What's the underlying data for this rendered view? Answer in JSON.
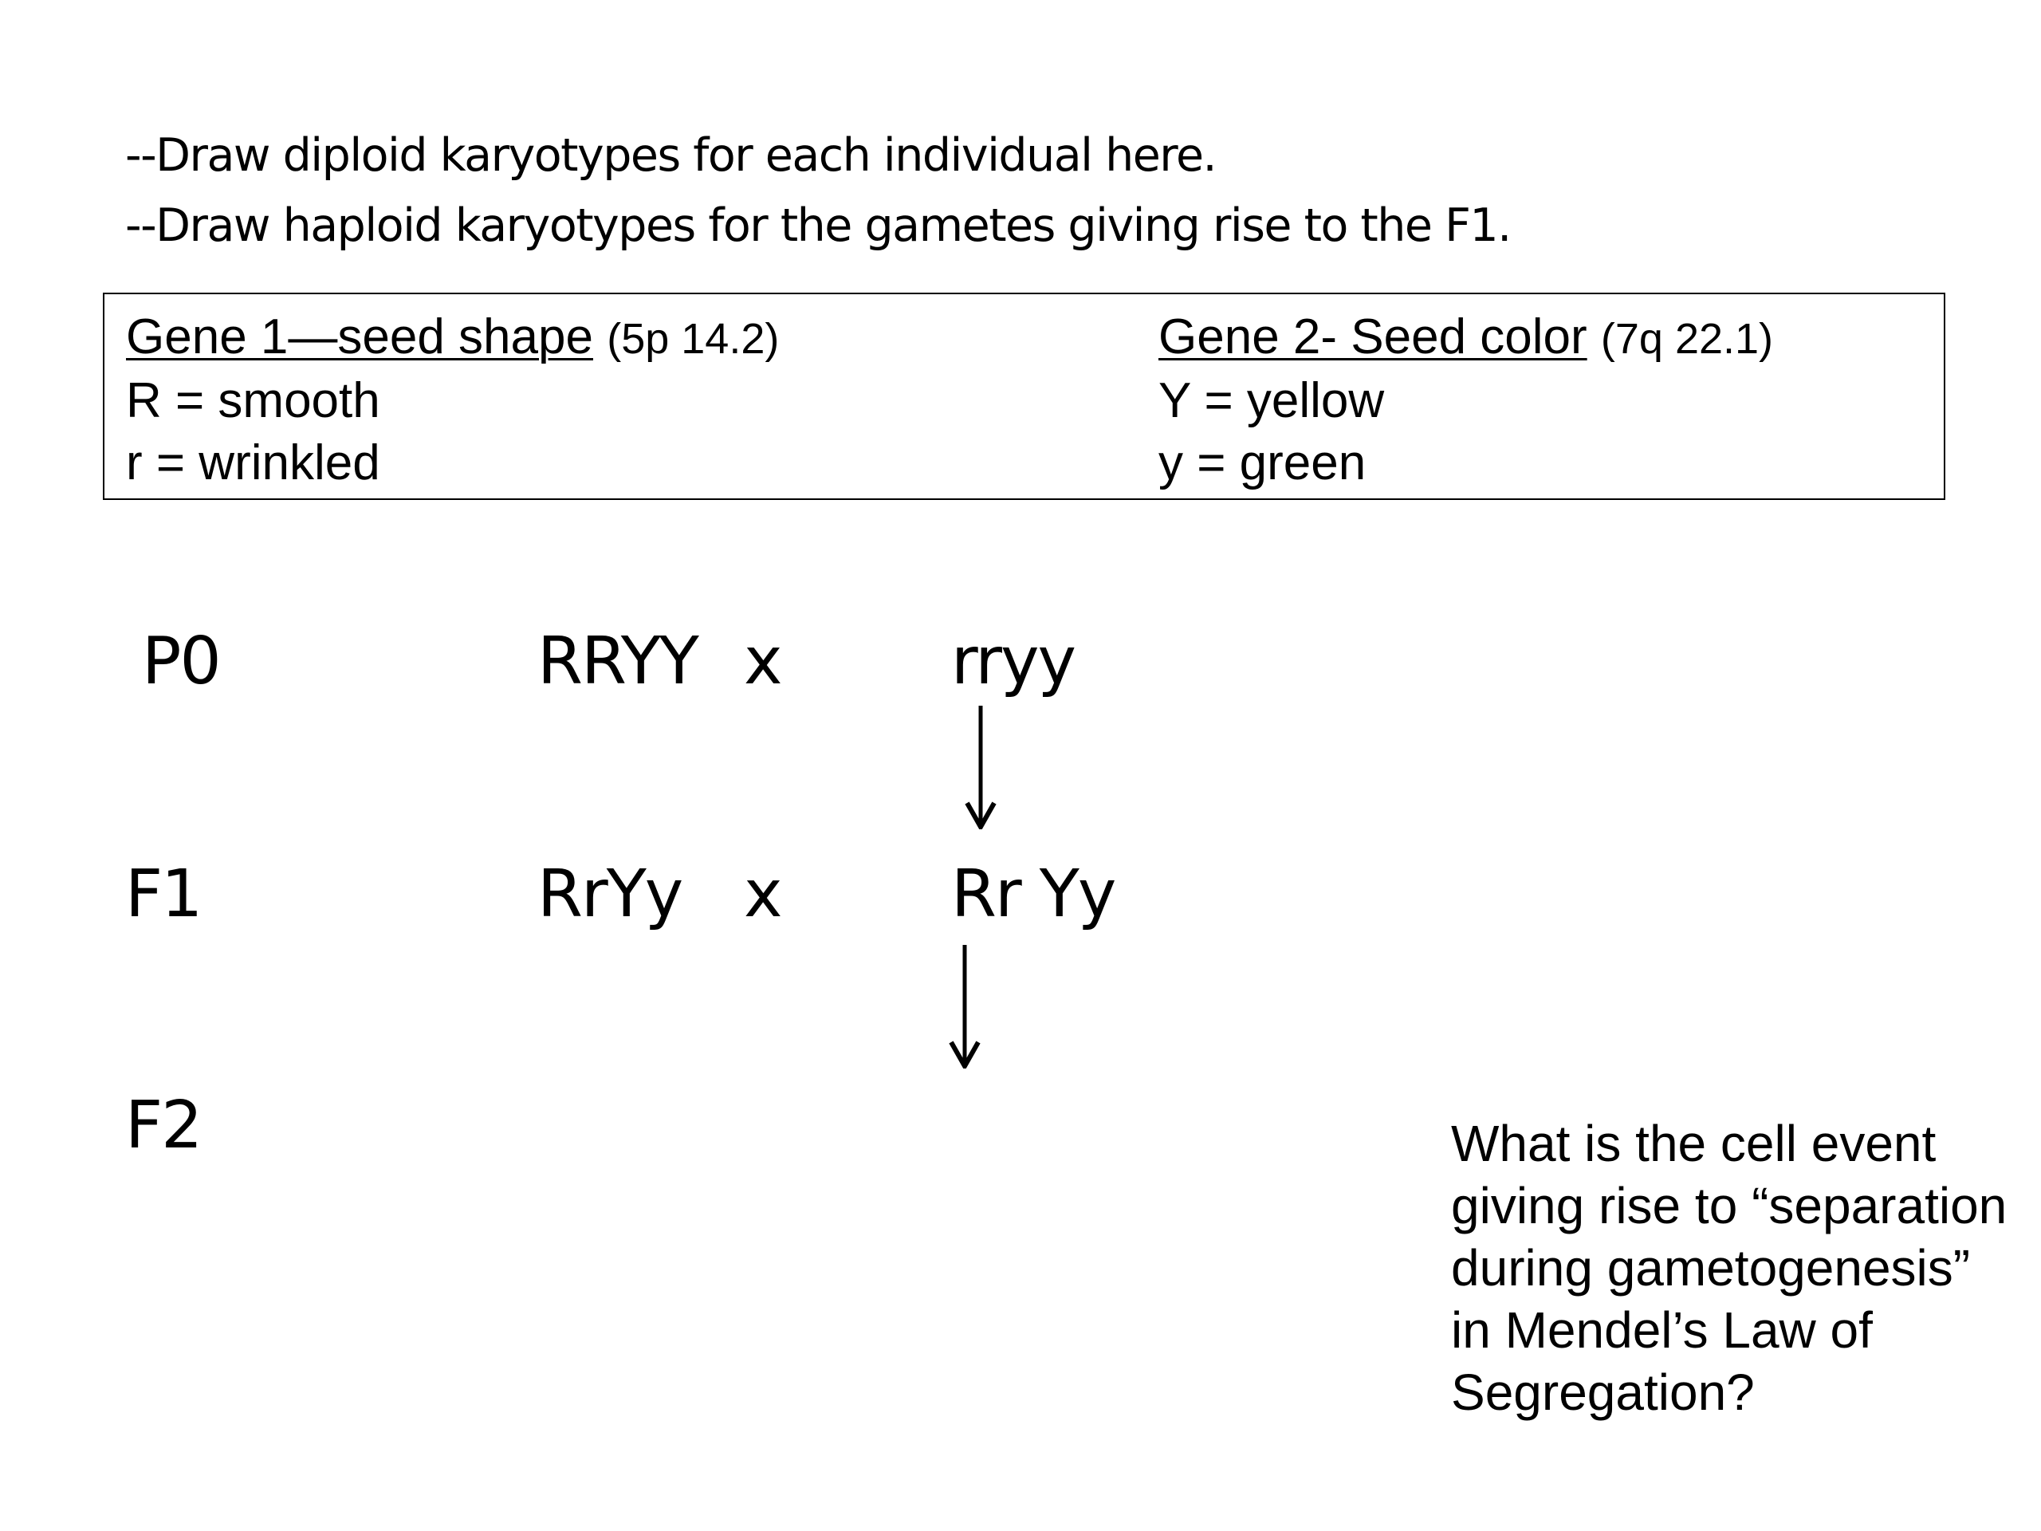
{
  "instructions": {
    "line1": "--Draw diploid karyotypes for each individual here.",
    "line2": "--Draw haploid karyotypes for the gametes giving rise to the F1."
  },
  "gene1": {
    "title": "Gene 1—seed shape",
    "location": "(5p 14.2)",
    "allele_dominant": "R = smooth",
    "allele_recessive": "r = wrinkled"
  },
  "gene2": {
    "title": "Gene 2- Seed color",
    "location": "(7q 22.1)",
    "allele_dominant": "Y = yellow",
    "allele_recessive": "y = green"
  },
  "cross": {
    "p0": {
      "label": "P0",
      "left": "RRYY",
      "symbol": "x",
      "right": "rryy"
    },
    "f1": {
      "label": "F1",
      "left": "RrYy",
      "symbol": "x",
      "right": "Rr Yy"
    },
    "f2": {
      "label": "F2"
    }
  },
  "question": "What is the cell event giving rise to “separation during gametogenesis” in Mendel’s Law of Segregation?"
}
